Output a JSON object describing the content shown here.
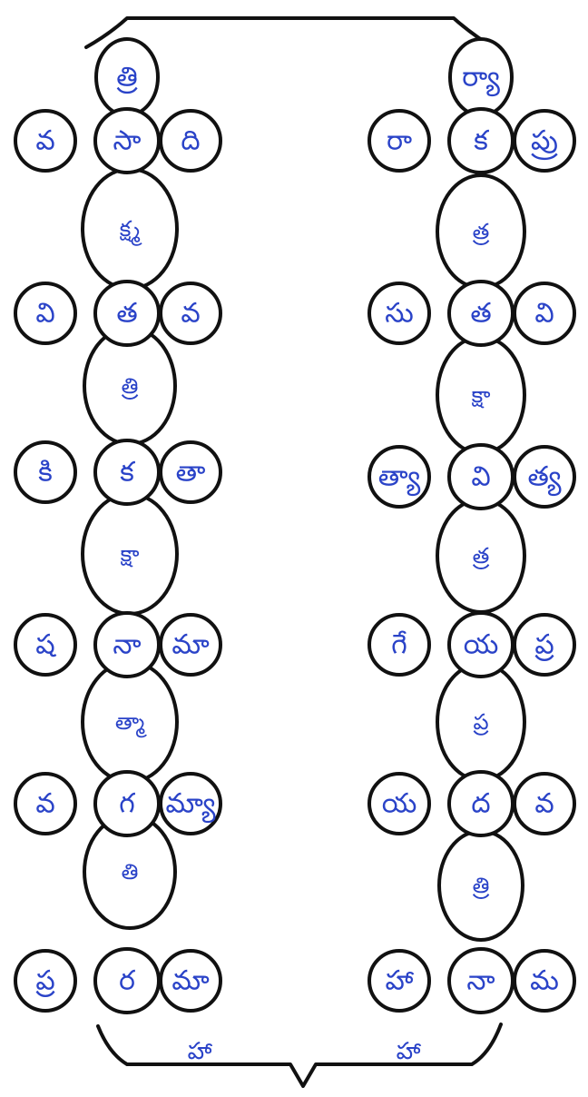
{
  "colors": {
    "ink": "#2a43c8",
    "line": "#111111",
    "background": "#ffffff"
  },
  "left_column": {
    "top_cap": "త్రి",
    "rows": [
      {
        "left": "వ",
        "center": "సా",
        "right": "ది"
      },
      {
        "left": "వి",
        "center": "త",
        "right": "వ"
      },
      {
        "left": "కి",
        "center": "క",
        "right": "తా"
      },
      {
        "left": "ష",
        "center": "నా",
        "right": "మా"
      },
      {
        "left": "వ",
        "center": "గ",
        "right": "మ్యా"
      },
      {
        "left": "ప్ర",
        "center": "ర",
        "right": "మా"
      }
    ],
    "ovals": [
      "క్ష్మ",
      "త్రి",
      "క్షా",
      "త్మా",
      "తి"
    ]
  },
  "right_column": {
    "top_cap": "ర్యా",
    "rows": [
      {
        "left": "రా",
        "center": "క",
        "right": "ప్రు"
      },
      {
        "left": "సు",
        "center": "త",
        "right": "వి"
      },
      {
        "left": "త్యా",
        "center": "వి",
        "right": "త్య"
      },
      {
        "left": "గే",
        "center": "య",
        "right": "ప్ర"
      },
      {
        "left": "య",
        "center": "ద",
        "right": "వ"
      },
      {
        "left": "హా",
        "center": "నా",
        "right": "మ"
      }
    ],
    "ovals": [
      "త్ర",
      "క్షా",
      "త్ర",
      "ప్ర",
      "త్రి"
    ]
  },
  "bottom_labels": {
    "left": "హా",
    "right": "హా"
  }
}
